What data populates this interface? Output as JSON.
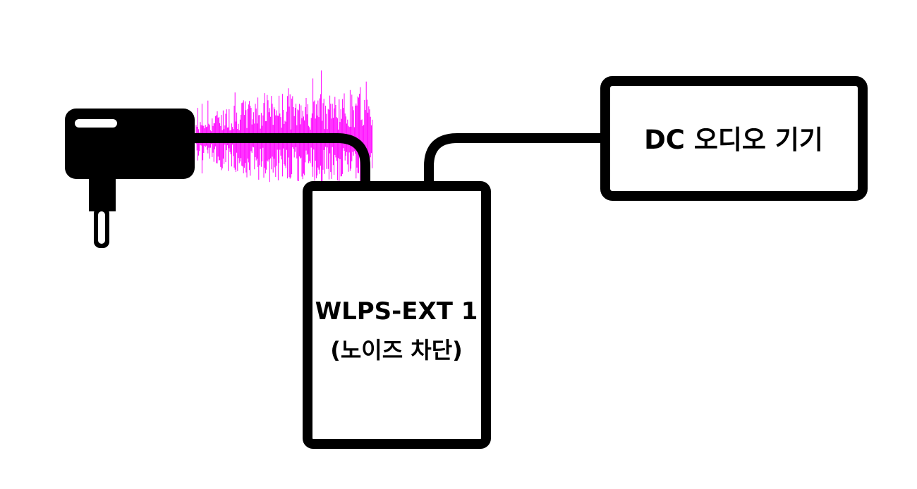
{
  "diagram": {
    "filter_box": {
      "line1": "WLPS-EXT 1",
      "line2": "(노이즈 차단)"
    },
    "device_box": {
      "label": "DC 오디오 기기"
    }
  },
  "colors": {
    "stroke": "#000000",
    "noise": "#ff00ff",
    "background": "#ffffff"
  },
  "icons": {
    "adapter": "power-adapter-plug-icon",
    "noise": "noise-waveform"
  }
}
